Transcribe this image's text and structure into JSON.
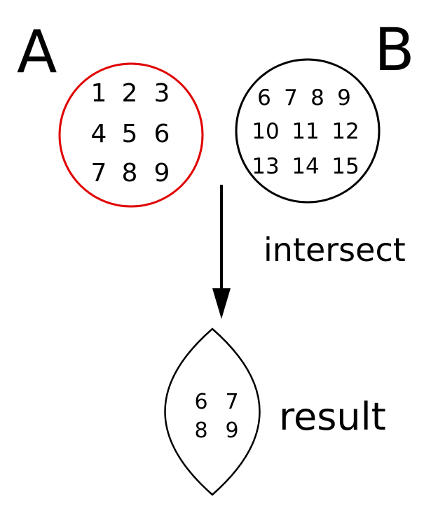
{
  "set_a": {
    "label": "A",
    "stroke_color": "#e00000",
    "rows": [
      [
        "1",
        "2",
        "3"
      ],
      [
        "4",
        "5",
        "6"
      ],
      [
        "7",
        "8",
        "9"
      ]
    ]
  },
  "set_b": {
    "label": "B",
    "stroke_color": "#000000",
    "rows": [
      [
        "6",
        "7",
        "8",
        "9"
      ],
      [
        "10",
        "11",
        "12"
      ],
      [
        "13",
        "14",
        "15"
      ]
    ]
  },
  "operation": {
    "label": "intersect"
  },
  "result": {
    "label": "result",
    "stroke_color": "#000000",
    "rows": [
      [
        "6",
        "7"
      ],
      [
        "8",
        "9"
      ]
    ]
  },
  "arrow_color": "#000000"
}
